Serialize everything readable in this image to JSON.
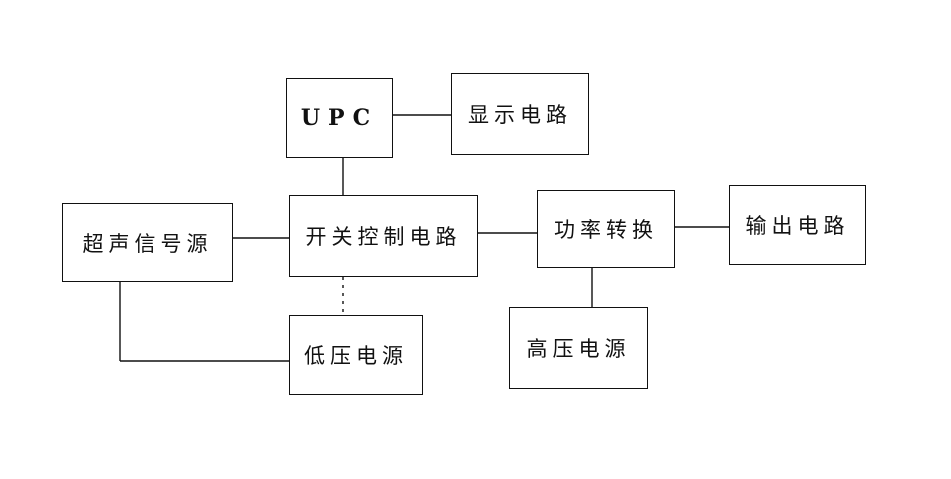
{
  "blocks": {
    "upc": "UPC",
    "display_circuit": "显示电路",
    "ultrasonic_source": "超声信号源",
    "switch_control": "开关控制电路",
    "power_conversion": "功率转换",
    "output_circuit": "输出电路",
    "low_voltage_supply": "低压电源",
    "high_voltage_supply": "高压电源"
  }
}
